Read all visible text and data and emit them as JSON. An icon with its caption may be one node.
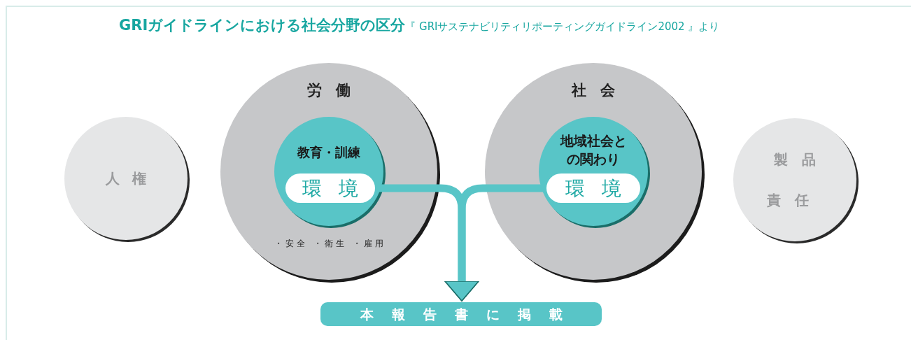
{
  "diagram": {
    "title": "**GRIガイドラインにおける社会分野の区分**『 GRIサステナビリティリポーティングガイドライン2002 』より",
    "nodes": [
      {
        "text": [
          "人権"
        ]
      },
      {
        "text": [
          "労働",
          "・安全 ・衛生 ・雇用"
        ]
      },
      {
        "text": [
          "教育・訓練"
        ],
        "in": 1
      },
      {
        "text": [
          "環境"
        ],
        "in": 2
      },
      {
        "text": [
          "社会"
        ]
      },
      {
        "text": [
          "地域社会との関わり"
        ],
        "in": 4
      },
      {
        "text": [
          "環境"
        ],
        "in": 5
      },
      {
        "text": [
          "製品責任"
        ]
      },
      {
        "text": [
          "本報告書に掲載"
        ]
      }
    ],
    "edges": [
      {
        "from": 3,
        "to": 8,
        "arrow": "to"
      },
      {
        "from": 6,
        "to": 8,
        "arrow": "to"
      }
    ]
  }
}
